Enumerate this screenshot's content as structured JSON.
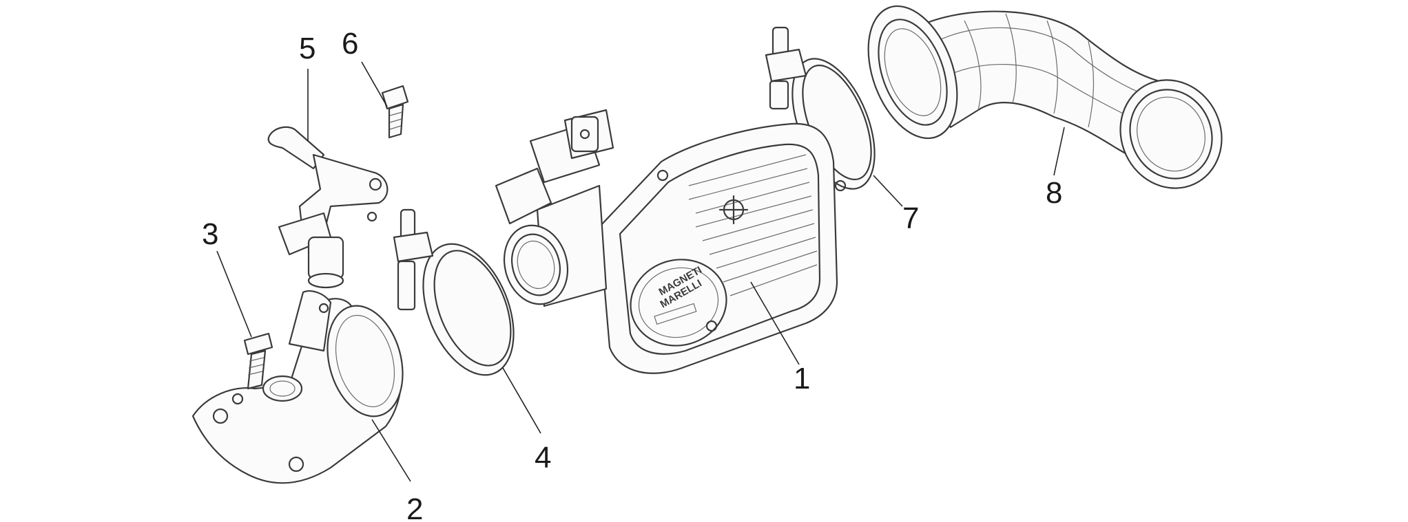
{
  "diagram": {
    "callouts": [
      {
        "id": "1",
        "label": "1"
      },
      {
        "id": "2",
        "label": "2"
      },
      {
        "id": "3",
        "label": "3"
      },
      {
        "id": "4",
        "label": "4"
      },
      {
        "id": "5",
        "label": "5"
      },
      {
        "id": "6",
        "label": "6"
      },
      {
        "id": "7",
        "label": "7"
      },
      {
        "id": "8",
        "label": "8"
      }
    ],
    "logo_text": {
      "line1": "MAGNETI",
      "line2": "MARELLI"
    }
  }
}
